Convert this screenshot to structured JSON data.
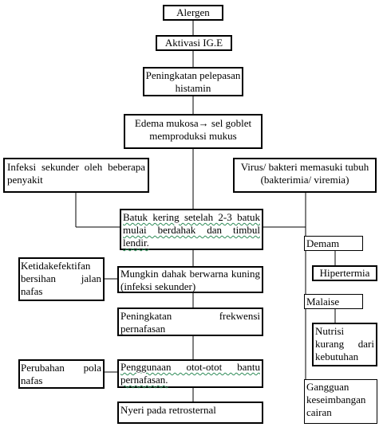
{
  "nodes": {
    "alergen": "Alergen",
    "aktivasi": "Aktivasi IG.E",
    "peningkatan_histamin": "Peningkatan pelepasan histamin",
    "edema": "Edema mukosa→ sel goblet memproduksi mukus",
    "infeksi_sekunder": "Infeksi sekunder oleh beberapa penyakit",
    "virus_bakteri": "Virus/ bakteri memasuki tubuh (bakterimia/ viremia)",
    "batuk": "Batuk kering setelah 2-3 batuk mulai berdahak dan timbul lendir.",
    "mungkin_dahak": "Mungkin dahak berwarna kuning (infeksi sekunder)",
    "ketidakefektifan": "Ketidakefektifan bersihan jalan nafas",
    "peningkatan_frekwensi": "Peningkatan frekwensi pernafasan",
    "penggunaan": "Penggunaan otot-otot bantu pernafasan.",
    "perubahan": "Perubahan pola nafas",
    "nyeri": "Nyeri pada retrosternal",
    "demam": "Demam",
    "hipertermia": "Hipertermia",
    "malaise": "Malaise",
    "nutrisi": "Nutrisi kurang dari kebutuhan",
    "gangguan": "Gangguan keseimbangan cairan"
  }
}
